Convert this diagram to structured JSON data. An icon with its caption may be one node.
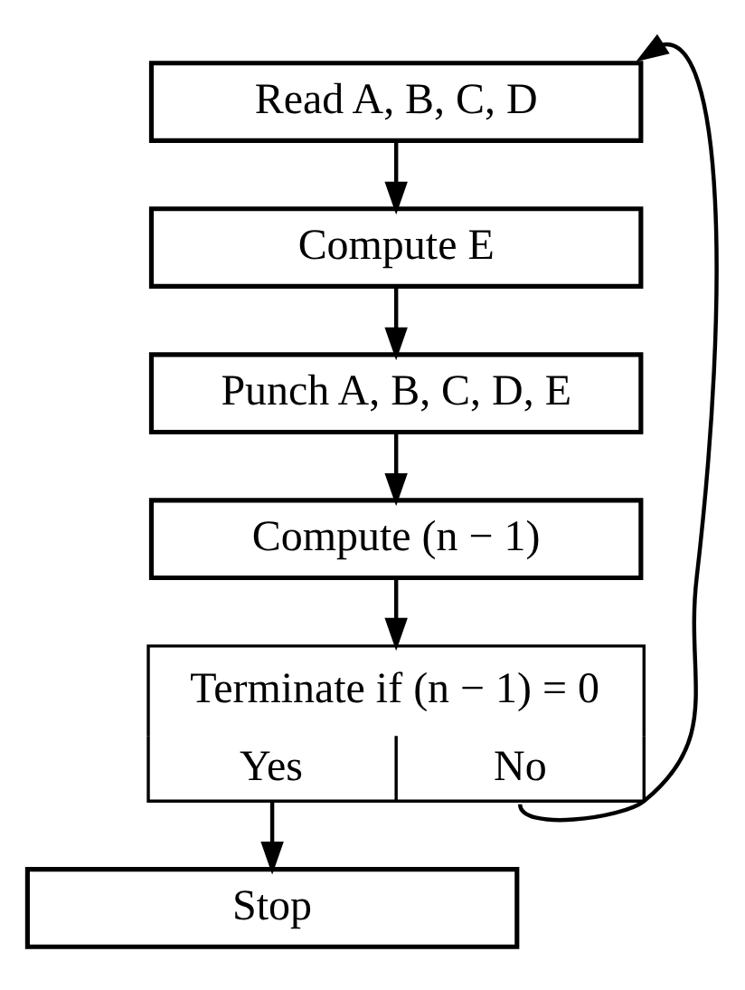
{
  "diagram": {
    "nodes": [
      {
        "text": [
          "Read A, B, C, D"
        ]
      },
      {
        "text": [
          "Compute E"
        ]
      },
      {
        "text": [
          "Punch A, B, C, D, E"
        ]
      },
      {
        "text": [
          "Compute (n − 1)"
        ]
      },
      {
        "text": [
          "Terminate if (n − 1) = 0",
          "Yes",
          "No"
        ]
      },
      {
        "text": [
          "Stop"
        ]
      }
    ],
    "edges": [
      {
        "from": 0,
        "to": 1,
        "arrow": "to"
      },
      {
        "from": 1,
        "to": 2,
        "arrow": "to"
      },
      {
        "from": 2,
        "to": 3,
        "arrow": "to"
      },
      {
        "from": 3,
        "to": 4,
        "arrow": "to"
      },
      {
        "from": 4,
        "to": 5,
        "arrow": "to"
      },
      {
        "from": 4,
        "to": 0,
        "arrow": "to"
      }
    ]
  }
}
